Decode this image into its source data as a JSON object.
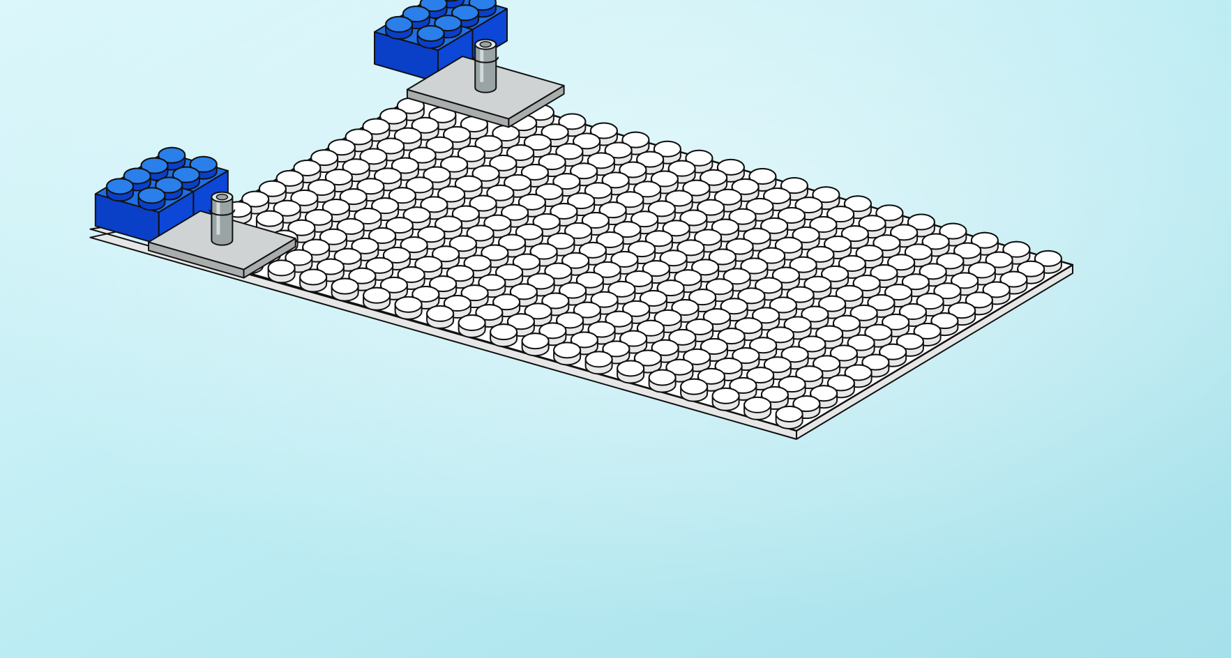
{
  "scene": {
    "subject": "baseplate-assembly",
    "colors": {
      "background_light": "#dcf7fb",
      "background_mid": "#bcecf3",
      "background_dark": "#a6e0ea",
      "plate_top": "#ffffff",
      "plate_edge": "#e6e6e6",
      "outline": "#111111",
      "stud_side": "#e8e8e8",
      "blue_top": "#1f6fe3",
      "blue_side_left": "#0a3fc7",
      "blue_side_right": "#0c47d8",
      "blue_stud_top": "#2a7fea",
      "grey_top": "#cfd3d3",
      "grey_side": "#a9adad",
      "pin_body": "#9aa4a4",
      "pin_highlight": "#dfe6e6"
    },
    "baseplate": {
      "studs_along_a": 20,
      "studs_along_b": 16
    },
    "blue_bricks": [
      {
        "name": "back-blue-brick-pair",
        "icon": "blue-brick-2x2-pair"
      },
      {
        "name": "front-blue-brick-pair",
        "icon": "blue-brick-2x2-pair"
      }
    ],
    "grey_tiles": [
      {
        "name": "back-grey-tile-with-pin",
        "icon": "grey-tile-pin"
      },
      {
        "name": "front-grey-tile-with-pin",
        "icon": "grey-tile-pin"
      }
    ]
  }
}
